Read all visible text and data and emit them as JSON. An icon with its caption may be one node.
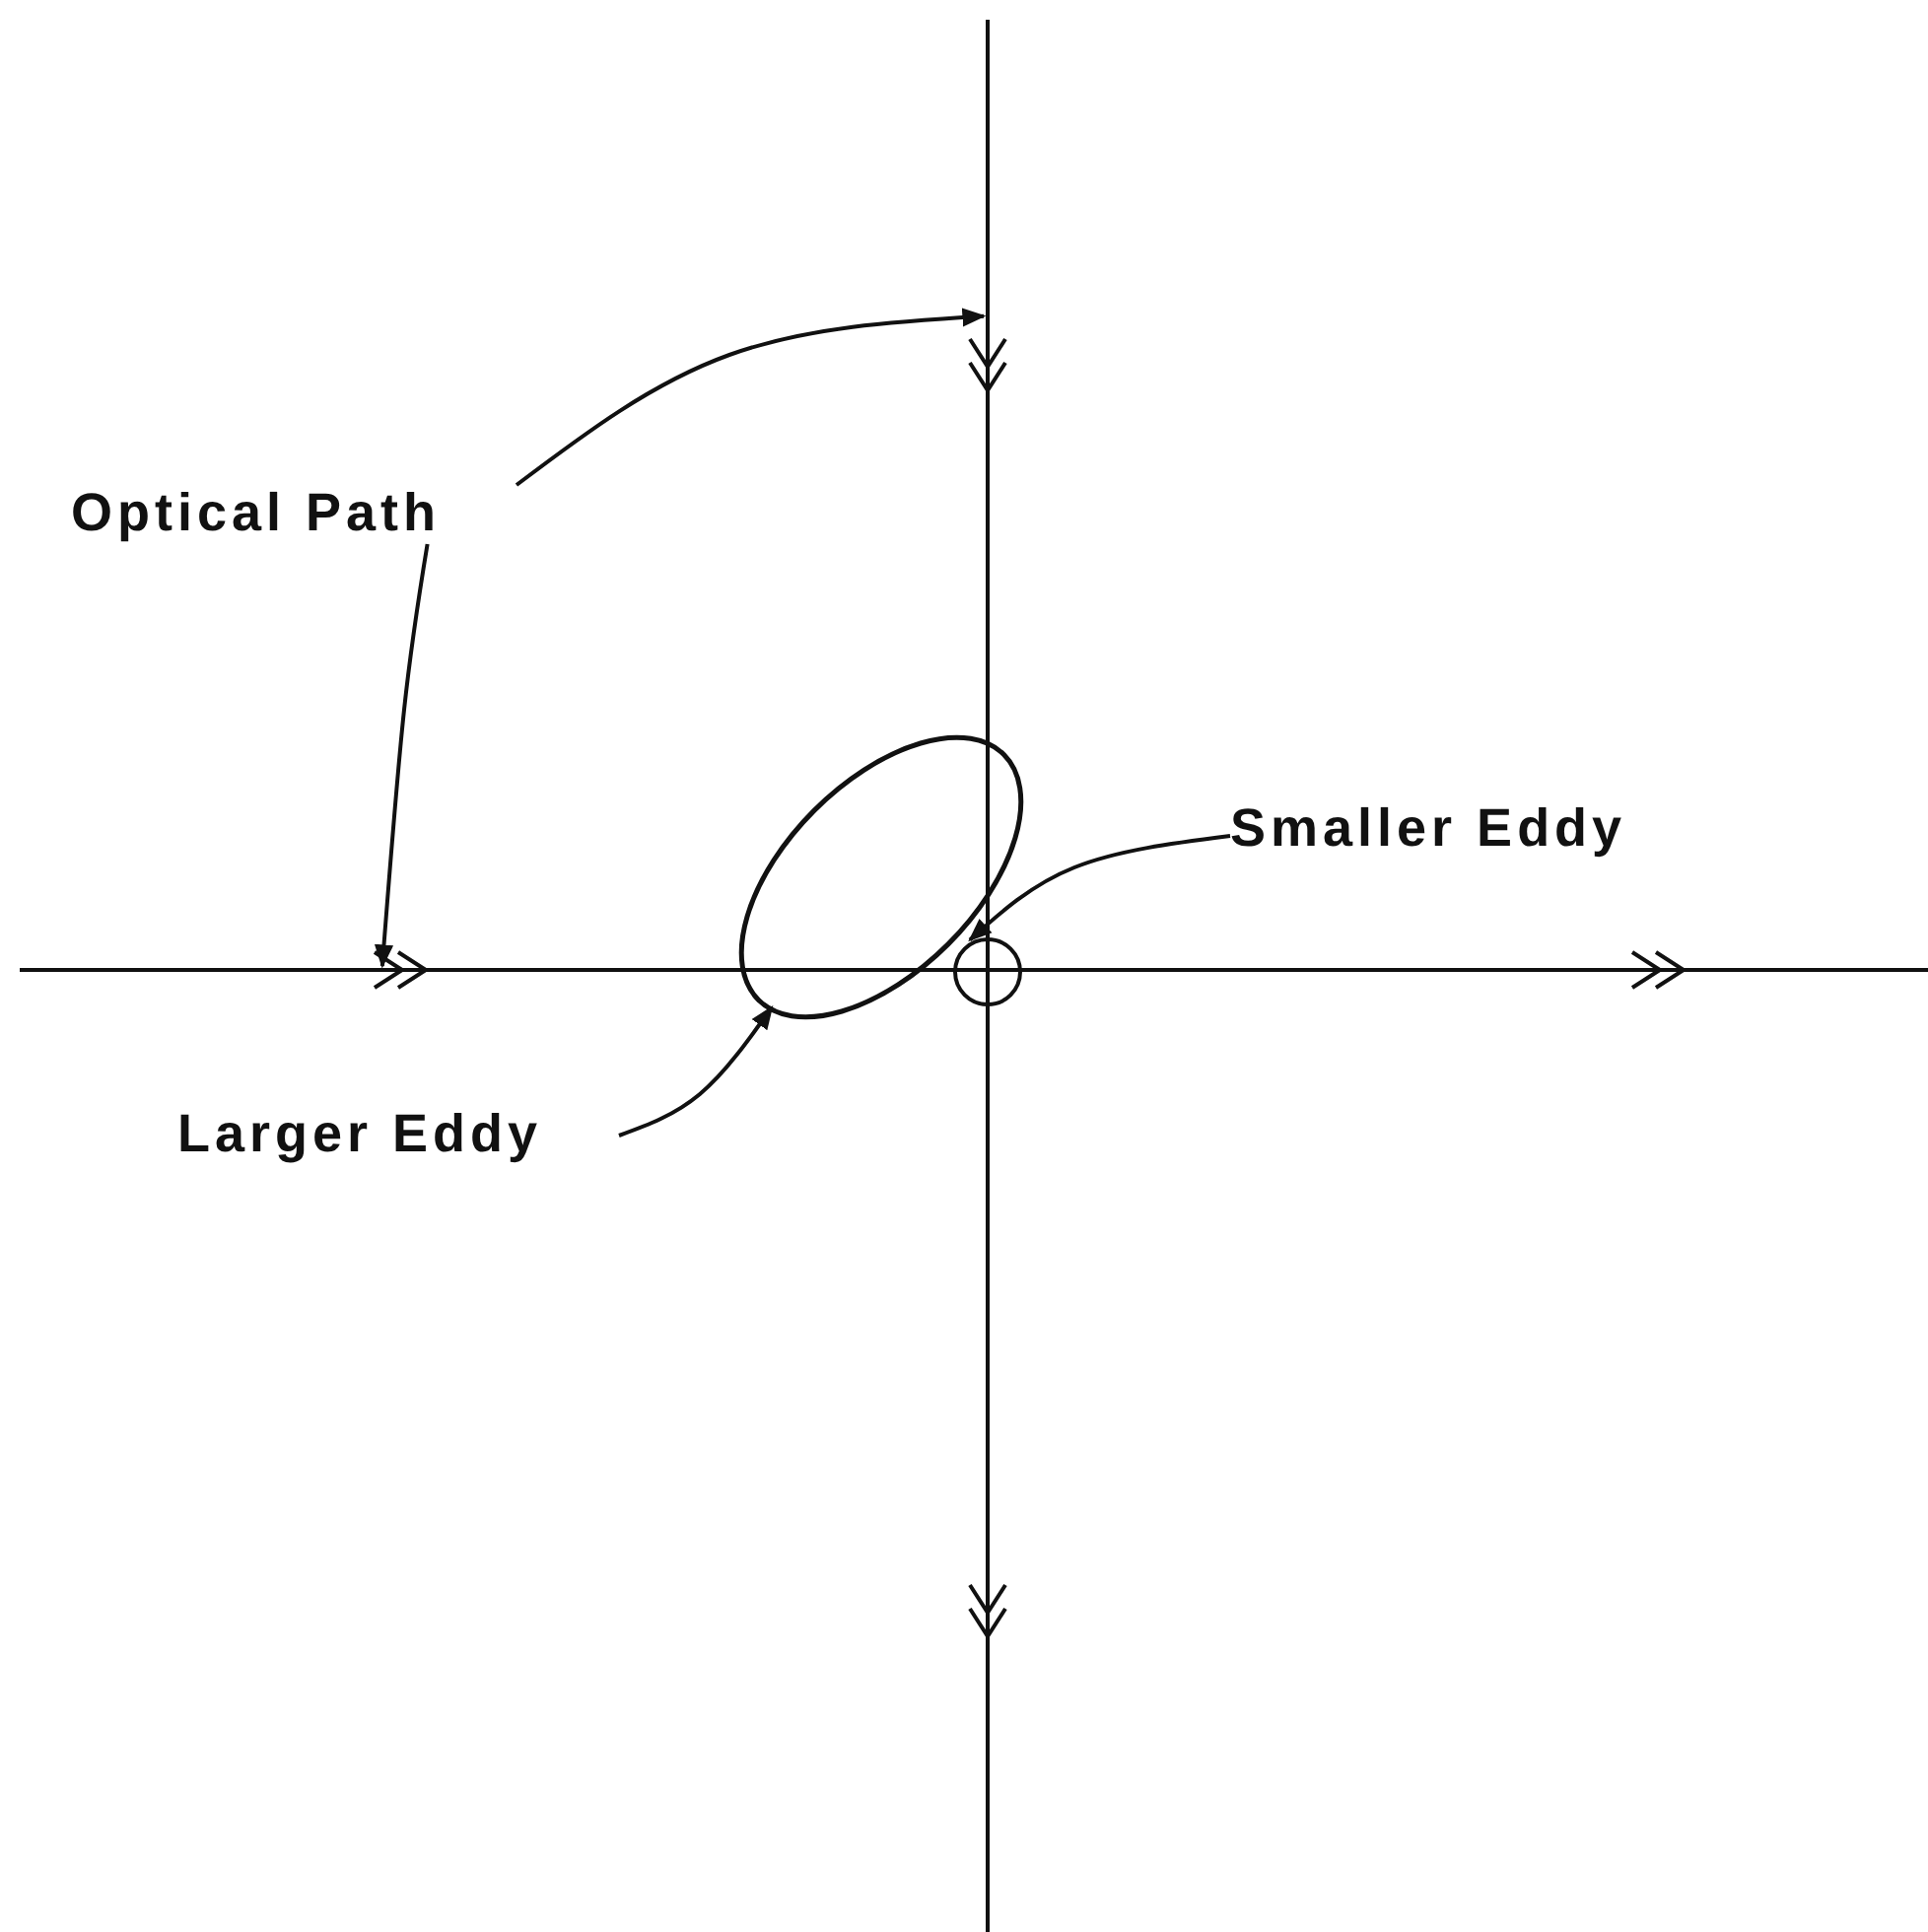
{
  "diagram": {
    "nodes": [
      {
        "text": [
          "Optical Path"
        ]
      },
      {
        "text": [],
        "shape": "line"
      },
      {
        "text": [],
        "shape": "line"
      },
      {
        "text": [
          "Smaller Eddy"
        ]
      },
      {
        "text": [],
        "shape": "ellipse"
      },
      {
        "text": [],
        "shape": "circle"
      },
      {
        "text": [
          "Larger Eddy"
        ]
      }
    ],
    "edges": [
      {
        "from": 0,
        "to": 1,
        "arrow": "to"
      },
      {
        "from": 0,
        "to": 2,
        "arrow": "to"
      },
      {
        "from": 3,
        "to": 5,
        "arrow": "to"
      },
      {
        "from": 6,
        "to": 4,
        "arrow": "to"
      }
    ]
  }
}
